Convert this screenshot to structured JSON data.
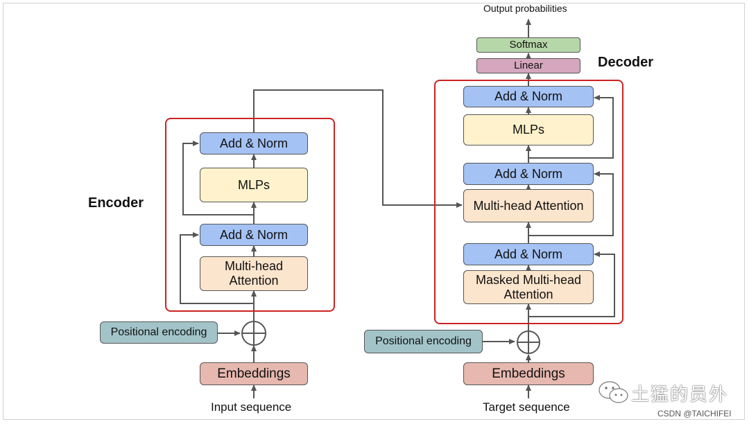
{
  "encoder": {
    "title": "Encoder",
    "add_norm_top": "Add & Norm",
    "mlps": "MLPs",
    "add_norm_bottom": "Add & Norm",
    "attention": "Multi-head Attention",
    "positional_encoding": "Positional encoding",
    "embeddings": "Embeddings",
    "input_label": "Input sequence"
  },
  "decoder": {
    "title": "Decoder",
    "add_norm_top": "Add & Norm",
    "mlps": "MLPs",
    "add_norm_middle": "Add & Norm",
    "cross_attention": "Multi-head Attention",
    "add_norm_bottom": "Add & Norm",
    "masked_attention": "Masked Multi-head Attention",
    "positional_encoding": "Positional encoding",
    "embeddings": "Embeddings",
    "input_label": "Target sequence"
  },
  "head": {
    "output_label": "Output probabilities",
    "softmax": "Softmax",
    "linear": "Linear"
  },
  "watermark": {
    "brand": "土猛的员外",
    "credit": "CSDN @TAICHIFEI"
  },
  "colors": {
    "add_norm": "#a4c2f4",
    "mlp": "#fff2cc",
    "attention": "#fce5cd",
    "embedding": "#e6b8af",
    "positional": "#a2c4c9",
    "softmax": "#b6d7a8",
    "linear": "#d5a6bd",
    "block_frame": "#cc2222"
  }
}
